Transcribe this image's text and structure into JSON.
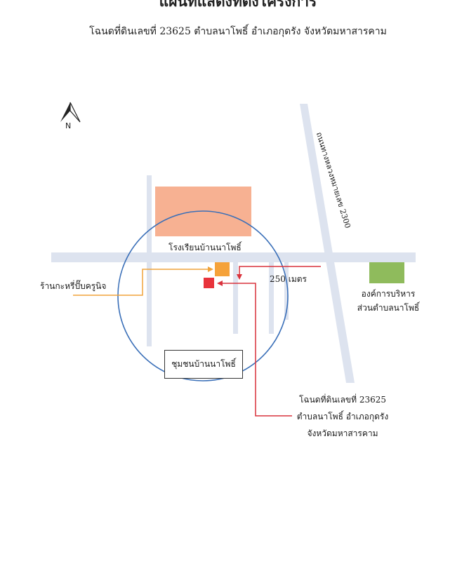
{
  "header": {
    "title": "แผนที่แสดงที่ตั้งโครงการ",
    "subtitle": "โฉนดที่ดินเลขที่ 23625 ตำบลนาโพธิ์ อำเภอกุดรัง จังหวัดมหาสารคาม"
  },
  "compass": {
    "label": "N"
  },
  "places": {
    "school": "โรงเรียนบ้านนาโพธิ์",
    "shop": "ร้านกะหรี่ปั๊บครูนิจ",
    "tao_line1": "องค์การบริหาร",
    "tao_line2": "ส่วนตำบลนาโพธิ์",
    "community": "ชุมชนบ้านนาโพธิ์"
  },
  "road_label": "ถนนทางหลวงหมายเลข 2300",
  "distance_label": "250 เมตร",
  "site": {
    "line1": "โฉนดที่ดินเลขที่ 23625",
    "line2": "ตำบลนาโพธิ์ อำเภอกุดรัง",
    "line3": "จังหวัดมหาสารคาม"
  },
  "colors": {
    "road": "#dde3ef",
    "school": "#f7b192",
    "tao": "#8fbb5c",
    "shop": "#f5a23a",
    "site": "#e8333b",
    "circle": "#3a6fb8",
    "red_line": "#d9323c",
    "orange_line": "#f0a33a"
  }
}
